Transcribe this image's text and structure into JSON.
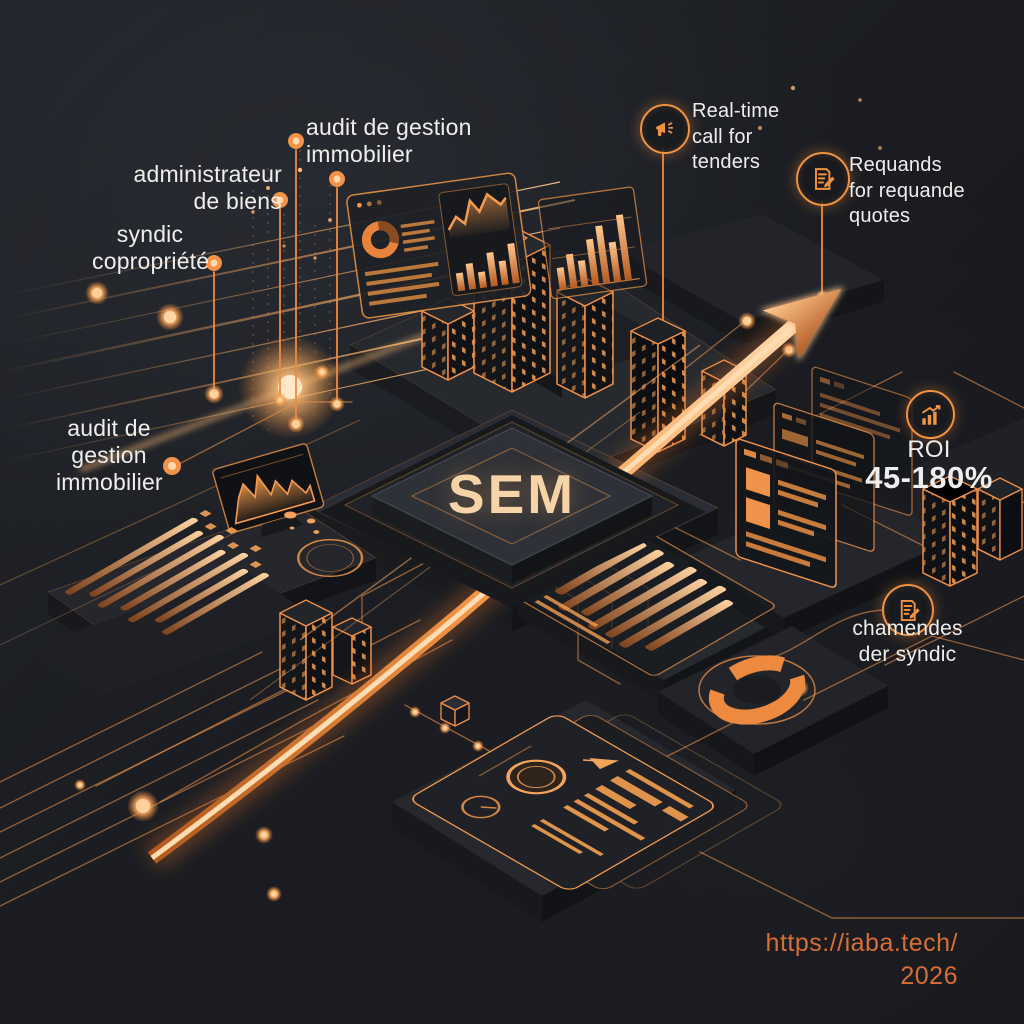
{
  "scene": {
    "chip_label": "SEM",
    "accent_color": "#f0923f",
    "glow_color": "#ffc887",
    "text_color": "#efeeec",
    "background_color": "#1b1d22",
    "url_color": "#d96e34"
  },
  "callouts": {
    "audit_top": {
      "lines": [
        "audit de gestion",
        "immobilier"
      ]
    },
    "administrateur": {
      "lines": [
        "administrateur",
        "de biens"
      ]
    },
    "syndic": {
      "lines": [
        "syndic",
        "copropriété"
      ]
    },
    "audit_left": {
      "lines": [
        "audit de",
        "gestion",
        "immobilier"
      ]
    },
    "real_time": {
      "icon": "megaphone-icon",
      "lines": [
        "Real-time",
        "call for",
        "tenders"
      ]
    },
    "requands": {
      "icon": "document-pencil-icon",
      "lines": [
        "Requands",
        "for requande",
        "quotes"
      ]
    },
    "roi": {
      "icon": "growth-chart-icon",
      "label": "ROI",
      "value": "45-180%"
    },
    "chamendes": {
      "icon": "document-pencil-icon",
      "lines": [
        "chamendes",
        "der syndic"
      ]
    }
  },
  "footer": {
    "url": "https://iaba.tech/",
    "year": "2026"
  }
}
